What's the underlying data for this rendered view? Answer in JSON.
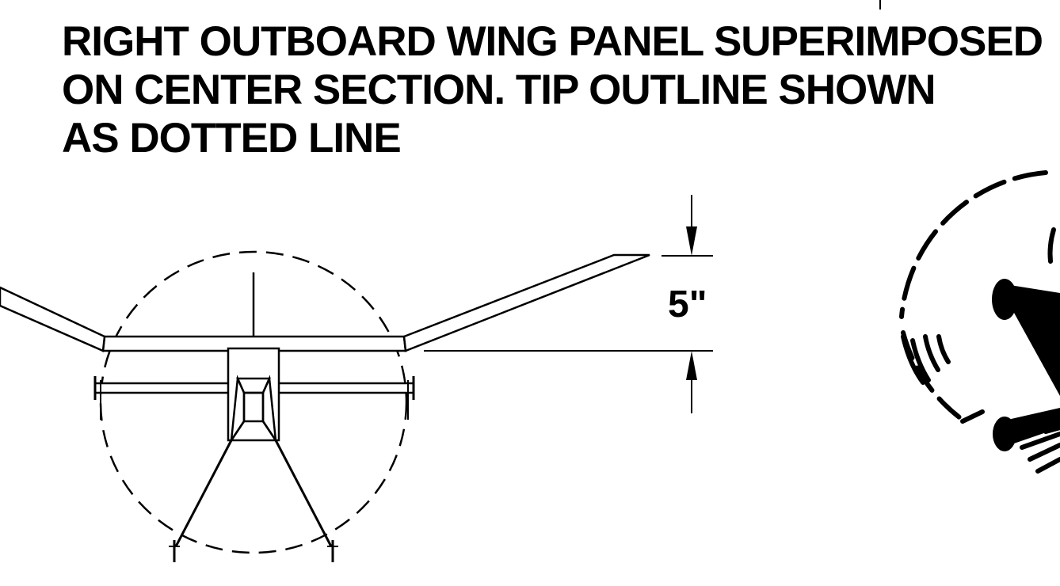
{
  "caption": {
    "line1": "RIGHT OUTBOARD WING PANEL SUPERIMPOSED",
    "line2": "ON CENTER SECTION. TIP OUTLINE SHOWN",
    "line3": "AS DOTTED LINE"
  },
  "dimension": {
    "label": "5\""
  },
  "colors": {
    "ink": "#000000",
    "paper": "#ffffff"
  }
}
